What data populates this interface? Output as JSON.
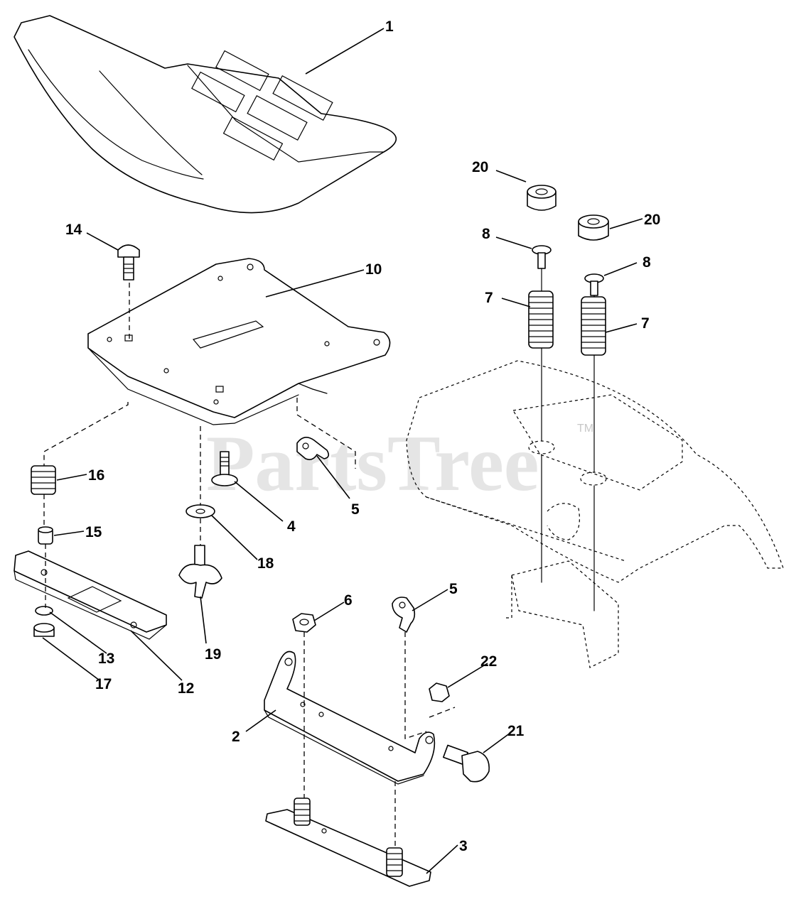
{
  "watermark": {
    "text": "PartsTree",
    "mark": "TM"
  },
  "callouts": [
    {
      "id": "c1",
      "label": "1"
    },
    {
      "id": "c20a",
      "label": "20"
    },
    {
      "id": "c20b",
      "label": "20"
    },
    {
      "id": "c14",
      "label": "14"
    },
    {
      "id": "c10",
      "label": "10"
    },
    {
      "id": "c8a",
      "label": "8"
    },
    {
      "id": "c8b",
      "label": "8"
    },
    {
      "id": "c7a",
      "label": "7"
    },
    {
      "id": "c7b",
      "label": "7"
    },
    {
      "id": "c16",
      "label": "16"
    },
    {
      "id": "c15",
      "label": "15"
    },
    {
      "id": "c4",
      "label": "4"
    },
    {
      "id": "c5a",
      "label": "5"
    },
    {
      "id": "c18",
      "label": "18"
    },
    {
      "id": "c6",
      "label": "6"
    },
    {
      "id": "c5b",
      "label": "5"
    },
    {
      "id": "c13",
      "label": "13"
    },
    {
      "id": "c19",
      "label": "19"
    },
    {
      "id": "c17",
      "label": "17"
    },
    {
      "id": "c12",
      "label": "12"
    },
    {
      "id": "c22",
      "label": "22"
    },
    {
      "id": "c2",
      "label": "2"
    },
    {
      "id": "c21",
      "label": "21"
    },
    {
      "id": "c3",
      "label": "3"
    }
  ]
}
